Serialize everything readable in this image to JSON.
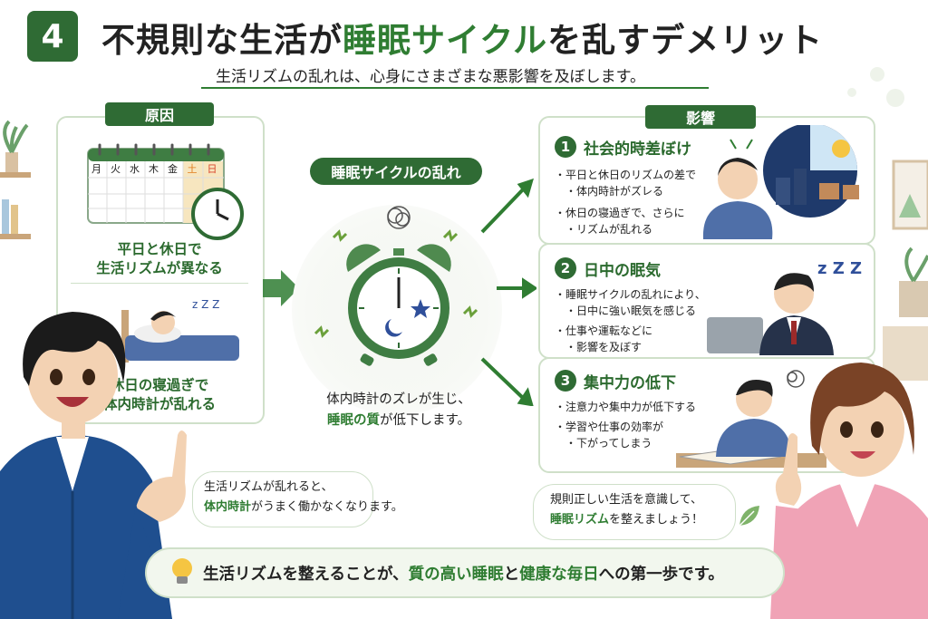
{
  "header": {
    "number": "4",
    "title_pre": "不規則な生活が",
    "title_hl": "睡眠サイクル",
    "title_post": "を乱すデメリット",
    "subtitle": "生活リズムの乱れは、心身にさまざまな悪影響を及ぼします。"
  },
  "cause": {
    "label": "原因",
    "calendar_days": [
      "月",
      "火",
      "水",
      "木",
      "金",
      "土",
      "日"
    ],
    "item1_line1": "平日と休日で",
    "item1_line2": "生活リズムが異なる",
    "item2_line1": "休日の寝過ぎで",
    "item2_line2": "体内時計が乱れる"
  },
  "center": {
    "label": "睡眠サイクルの乱れ",
    "desc_line1": "体内時計のズレが生じ、",
    "desc_hl": "睡眠の質",
    "desc_rest": "が低下します。"
  },
  "effects": {
    "label": "影響",
    "items": [
      {
        "num": "1",
        "title": "社会的時差ぼけ",
        "bullets": [
          "平日と休日のリズムの差で",
          "体内時計がズレる",
          "休日の寝過ぎで、さらに",
          "リズムが乱れる"
        ]
      },
      {
        "num": "2",
        "title": "日中の眠気",
        "bullets": [
          "睡眠サイクルの乱れにより、",
          "日中に強い眠気を感じる",
          "仕事や運転などに",
          "影響を及ぼす"
        ]
      },
      {
        "num": "3",
        "title": "集中力の低下",
        "bullets": [
          "注意力や集中力が低下する",
          "学習や仕事の効率が",
          "下がってしまう"
        ]
      }
    ]
  },
  "bubble_left": {
    "line1": "生活リズムが乱れると、",
    "hl": "体内時計",
    "rest": "がうまく働かなくなります。"
  },
  "bubble_right": {
    "line1": "規則正しい生活を意識して、",
    "hl": "睡眠リズム",
    "rest": "を整えましょう！"
  },
  "bottom": {
    "t1": "生活リズムを整えることが、",
    "hl1": "質の高い睡眠",
    "t2": "と",
    "hl2": "健康な毎日",
    "t3": "への第一歩です。"
  },
  "colors": {
    "accent": "#2f6b34",
    "highlight": "#2f7d32",
    "panel_border": "#cfe0c9"
  },
  "icons": [
    "calendar-icon",
    "clock-icon",
    "alarm-clock-icon",
    "arrow-icon",
    "lightbulb-icon",
    "leaf-icon"
  ]
}
